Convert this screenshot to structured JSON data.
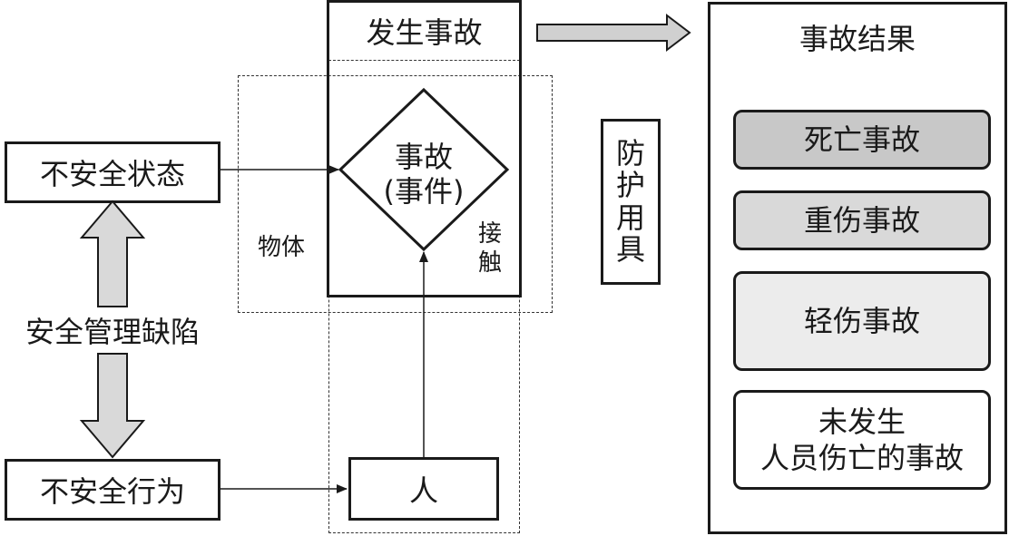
{
  "nodes": {
    "unsafe_state": "不安全状态",
    "mgmt_defect": "安全管理缺陷",
    "unsafe_act": "不安全行为",
    "accident_occurs": "发生事故",
    "accident_event_line1": "事故",
    "accident_event_line2": "(事件)",
    "object": "物体",
    "contact": [
      "接",
      "触"
    ],
    "person": "人",
    "ppe": [
      "防",
      "护",
      "用",
      "具"
    ]
  },
  "results": {
    "title": "事故结果",
    "items": [
      {
        "label": "死亡事故",
        "color": "#c8c8c8"
      },
      {
        "label": "重伤事故",
        "color": "#d9d9d9"
      },
      {
        "label": "轻伤事故",
        "color": "#ececec"
      },
      {
        "label_line1": "未发生",
        "label_line2": "人员伤亡的事故",
        "color": "#ffffff"
      }
    ]
  },
  "colors": {
    "arrow_fill": "#d0d0d0",
    "stroke": "#1a1a1a"
  }
}
